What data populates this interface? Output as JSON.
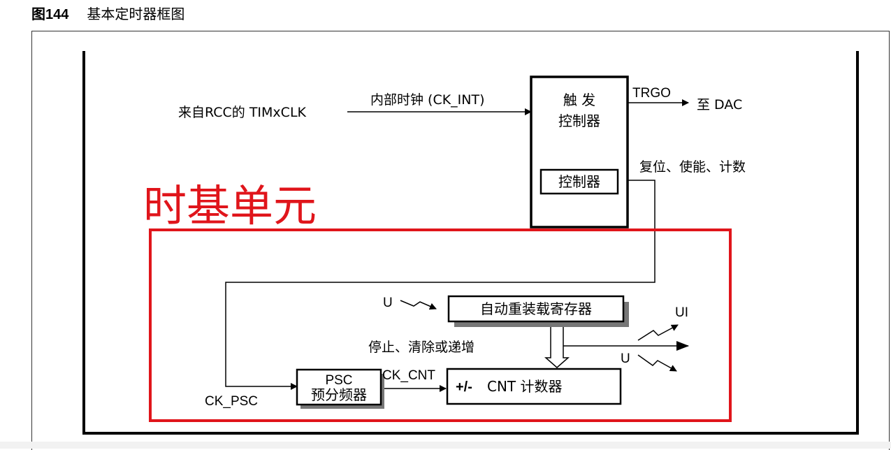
{
  "caption": {
    "number": "图144",
    "title": "基本定时器框图"
  },
  "diagram": {
    "source_label": "来自RCC的 TIMxCLK",
    "internal_clock_label": "内部时钟 (CK_INT)",
    "trigger_controller": {
      "line1": "触 发",
      "line2": "控制器"
    },
    "inner_controller": "控制器",
    "trgo_label": "TRGO",
    "to_dac_label": "至 DAC",
    "reset_enable_count": "复位、使能、计数",
    "annotation": "时基单元",
    "annotation_color": "#e0151b",
    "auto_reload": "自动重装载寄存器",
    "u_top": "U",
    "ui_label": "UI",
    "u_right": "U",
    "stop_clear_label": "停止、清除或递增",
    "psc": {
      "line1": "PSC",
      "line2": "预分频器"
    },
    "ck_psc": "CK_PSC",
    "ck_cnt": "CK_CNT",
    "cnt_sign": "+/-",
    "cnt_label": "CNT 计数器"
  }
}
